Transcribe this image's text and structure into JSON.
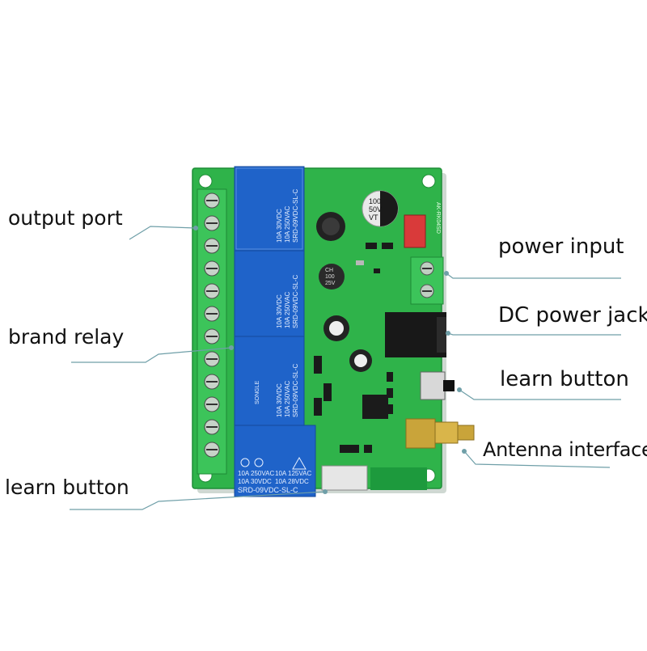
{
  "callouts": {
    "output_port": "output port",
    "brand_relay": "brand relay",
    "learn_button_left": "learn button",
    "power_input": "power input",
    "dc_power_jack": "DC power jack",
    "learn_button_right": "learn button",
    "antenna_interface": "Antenna interface"
  },
  "relay_markings": {
    "model": "SRD-09VDC-SL-C",
    "rating_ac": "10A 250VAC",
    "rating_ac2": "10A 125VAC",
    "rating_dc": "10A 30VDC",
    "rating_dc2": "10A 28VDC",
    "brand": "SONGLE"
  },
  "capacitor_markings": {
    "large_cap": [
      "100",
      "50V",
      "VT"
    ],
    "small_cap": [
      "CH",
      "100",
      "25V"
    ]
  },
  "board_marking": "AK-RK04SD",
  "colors": {
    "board": "#2fb34a",
    "terminal": "#3cc45a",
    "relay": "#1f63c9",
    "leader_line": "#6f9fa8",
    "antenna": "#c9a43a"
  }
}
